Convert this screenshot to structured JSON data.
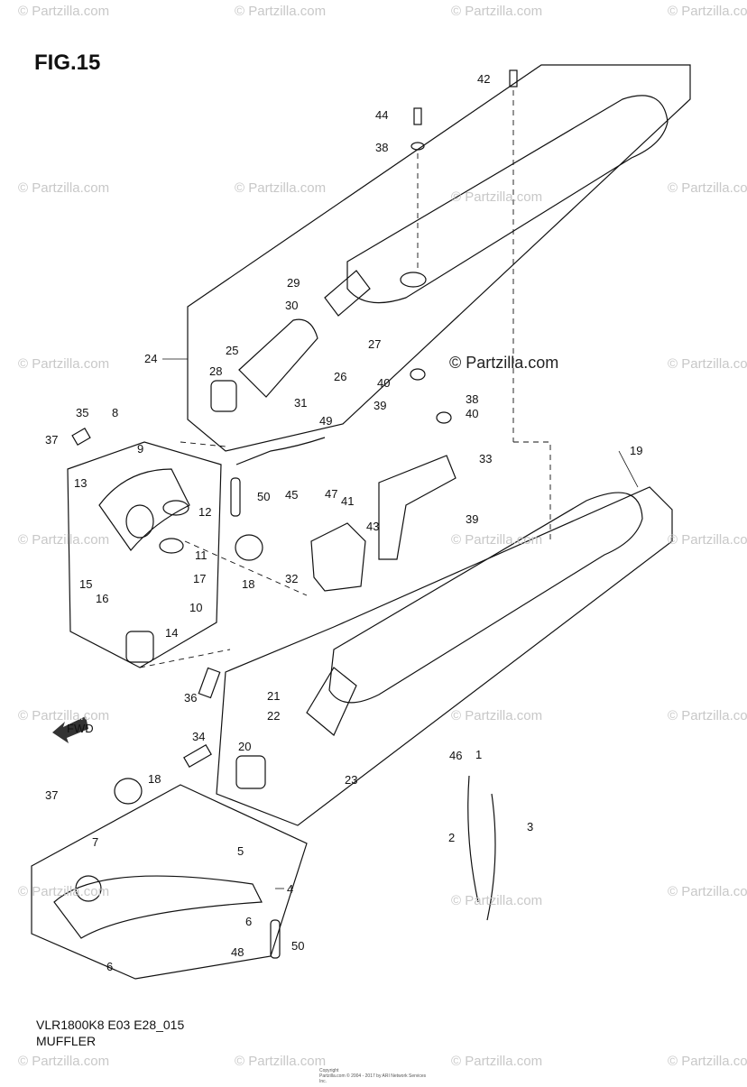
{
  "figure": {
    "title": "FIG.15",
    "model_code": "VLR1800K8 E03 E28_015",
    "section_name": "MUFFLER"
  },
  "watermark": {
    "text": "© Partzilla.com",
    "color": "#c8c8c8"
  },
  "watermark_main": {
    "text": "© Partzilla.com"
  },
  "copyright": {
    "line1": "Copyright",
    "line2": "Partzilla.com © 2004 - 2017 by ARI Network Services Inc."
  },
  "fwd_label": "FWD",
  "callouts": [
    "1",
    "2",
    "3",
    "4",
    "5",
    "6",
    "6",
    "6",
    "7",
    "8",
    "9",
    "10",
    "11",
    "12",
    "13",
    "14",
    "15",
    "16",
    "17",
    "18",
    "18",
    "19",
    "20",
    "21",
    "22",
    "23",
    "24",
    "25",
    "26",
    "27",
    "28",
    "29",
    "30",
    "31",
    "32",
    "33",
    "34",
    "35",
    "36",
    "37",
    "37",
    "38",
    "38",
    "39",
    "39",
    "40",
    "40",
    "41",
    "42",
    "43",
    "44",
    "45",
    "46",
    "47",
    "48",
    "49",
    "50",
    "50"
  ]
}
